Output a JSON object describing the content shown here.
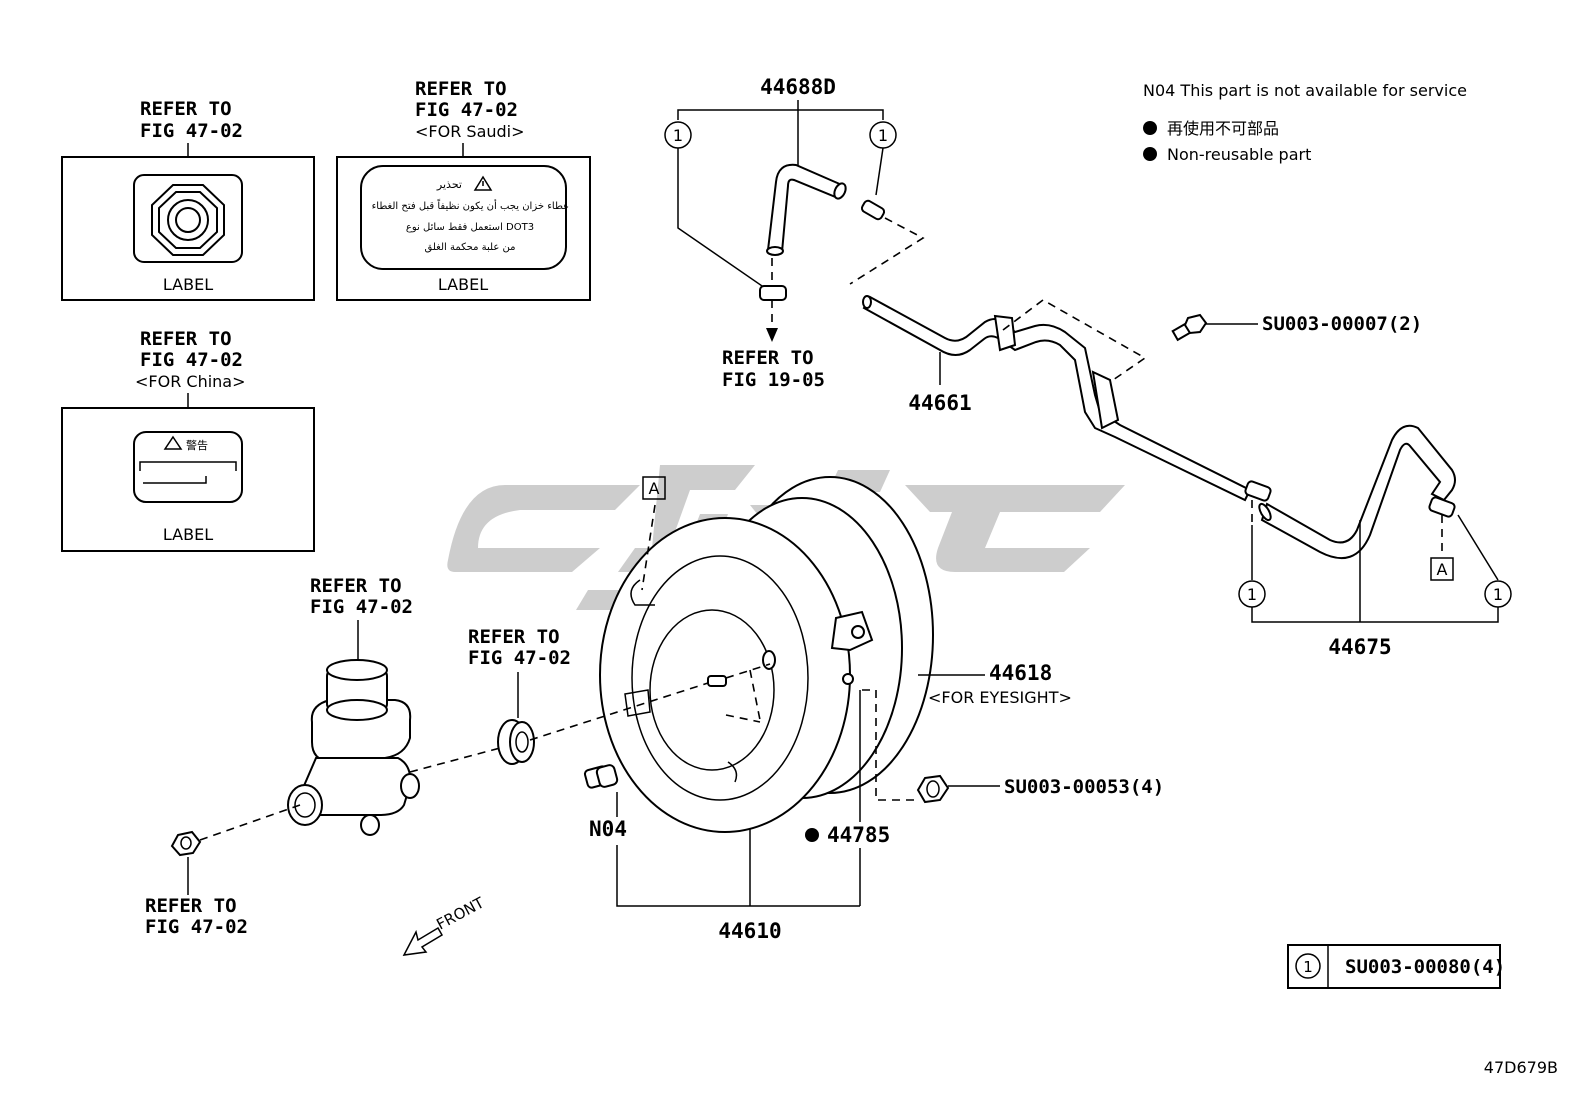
{
  "refer_fig_47_02": "REFER TO\nFIG 47-02",
  "refer_to": "REFER TO",
  "fig_47_02": "FIG 47-02",
  "fig_19_05": "FIG 19-05",
  "for_saudi": "<FOR Saudi>",
  "for_china": "<FOR China>",
  "for_eyesight": "<FOR EYESIGHT>",
  "label": "LABEL",
  "china_label_warning": "警告",
  "saudi_label_lines": [
    "تحذير",
    "غطاء خزان يجب أن يكون نظيفاً قبل فتح الغطاء",
    "استعمل فقط سائل نوع DOT3",
    "من علبة محكمة الغلق"
  ],
  "notes": {
    "n04": "N04  This part is not available for service",
    "non_reusable_jp": "再使用不可部品",
    "non_reusable_en": "Non-reusable part"
  },
  "parts": {
    "p44688D": "44688D",
    "p44661": "44661",
    "p44675": "44675",
    "p44618": "44618",
    "p44610": "44610",
    "p44785": "44785",
    "n04": "N04",
    "su_00007": "SU003-00007(2)",
    "su_00053": "SU003-00053(4)",
    "su_00080": "SU003-00080(4)"
  },
  "circle_ref": "1",
  "ref_a": "A",
  "front": "FRONT",
  "figure_id": "47D679B",
  "colors": {
    "line": "#000000",
    "watermark": "#c9c9c9",
    "background": "#ffffff"
  },
  "icons": [
    "warning-triangle-icon",
    "filled-dot-icon",
    "front-arrow-icon"
  ]
}
